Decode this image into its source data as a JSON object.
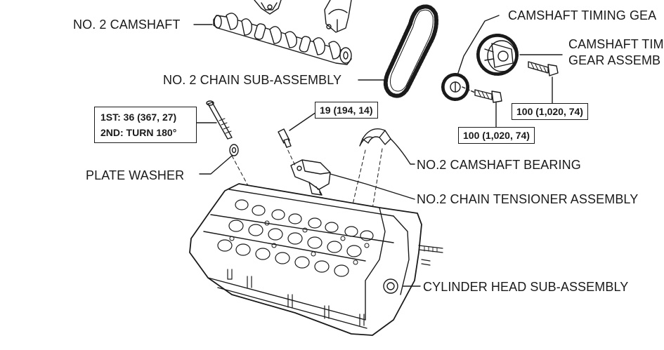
{
  "diagram": {
    "labels": {
      "no2_camshaft": "NO. 2 CAMSHAFT",
      "no2_chain_sub_assembly": "NO. 2 CHAIN SUB-ASSEMBLY",
      "camshaft_timing_gear_top": "CAMSHAFT TIMING GEA",
      "camshaft_timing_gear_assembly_line1": "CAMSHAFT TIM",
      "camshaft_timing_gear_assembly_line2": "GEAR ASSEMB",
      "plate_washer": "PLATE WASHER",
      "no2_camshaft_bearing": "NO.2 CAMSHAFT BEARING",
      "no2_chain_tensioner_assembly": "NO.2 CHAIN TENSIONER ASSEMBLY",
      "cylinder_head_sub_assembly": "CYLINDER HEAD SUB-ASSEMBLY"
    },
    "torque_specs": {
      "head_bolt_first": "1ST: 36 (367, 27)",
      "head_bolt_second": "2ND: TURN 180°",
      "tensioner_bolt": "19 (194, 14)",
      "gear_bolt_right": "100 (1,020, 74)",
      "gear_bolt_left": "100 (1,020, 74)"
    }
  }
}
